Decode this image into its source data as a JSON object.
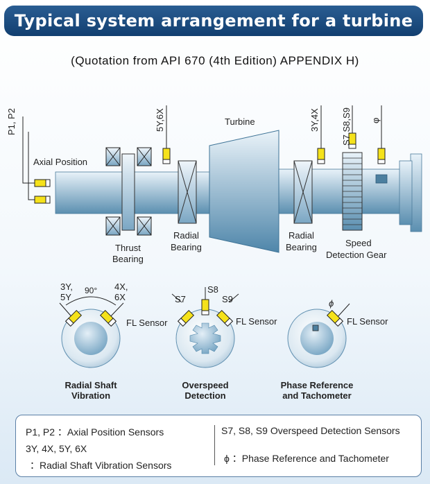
{
  "header": {
    "title": "Typical system arrangement for a turbine"
  },
  "subtitle": "(Quotation from API 670 (4th Edition) APPENDIX H)",
  "diagram": {
    "sensor_tags": {
      "p1p2": "P1, P2",
      "y56x": "5Y,6X",
      "y34x": "3Y,4X",
      "s789": "S7,S8,S9",
      "phi": "φ"
    },
    "labels": {
      "axial_position": "Axial Position",
      "turbine": "Turbine",
      "thrust_bearing": [
        "Thrust",
        "Bearing"
      ],
      "radial_bearing_left": [
        "Radial",
        "Bearing"
      ],
      "radial_bearing_right": [
        "Radial",
        "Bearing"
      ],
      "speed_gear": [
        "Speed",
        "Detection Gear"
      ]
    }
  },
  "details": {
    "radial": {
      "tag_left": [
        "3Y,",
        "5Y"
      ],
      "angle": "90°",
      "tag_right": [
        "4X,",
        "6X"
      ],
      "sensor": "FL Sensor",
      "caption": [
        "Radial Shaft",
        "Vibration"
      ]
    },
    "overspeed": {
      "s7": "S7",
      "s8": "S8",
      "s9": "S9",
      "sensor": "FL Sensor",
      "caption": [
        "Overspeed",
        "Detection"
      ]
    },
    "phase": {
      "tag": "ϕ",
      "sensor": "FL Sensor",
      "caption": [
        "Phase Reference",
        "and Tachometer"
      ]
    }
  },
  "legend": {
    "axial": "P1, P2 ：Axial Position Sensors",
    "radial_tags": "3Y, 4X, 5Y, 6X",
    "radial_desc": "：Radial Shaft Vibration Sensors",
    "overspeed": "S7, S8, S9 Overspeed Detection Sensors",
    "phase": "ϕ ：Phase Reference and Tachometer"
  },
  "colors": {
    "banner": "#1a4a7e",
    "sensor_yellow": "#f5e21b",
    "shaft_dark": "#5b8fb0",
    "shaft_light": "#e6f1f8"
  }
}
